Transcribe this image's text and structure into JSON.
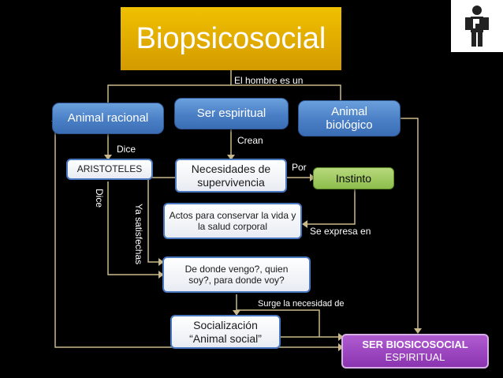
{
  "title": "Biopsicosocial",
  "nodes": {
    "animal_racional": "Animal racional",
    "ser_espiritual": "Ser espiritual",
    "animal_biologico": "Animal biológico",
    "aristoteles": "ARISTOTELES",
    "necesidades": "Necesidades de supervivencia",
    "instinto": "Instinto",
    "actos": "Actos para conservar la vida y la salud corporal",
    "preguntas": "De donde vengo?, quien soy?, para donde voy?",
    "socializacion_1": "Socialización",
    "socializacion_2": "“Animal social”",
    "ser_bio_1": "SER BIOSICOSOCIAL",
    "ser_bio_2": "ESPIRITUAL"
  },
  "labels": {
    "hombre": "El hombre es un",
    "dice_h": "Dice",
    "dice_v": "Dice",
    "crean": "Crean",
    "por": "Por",
    "ya_satisfechas": "Ya satisfechas",
    "expresa": "Se expresa en",
    "surge": "Surge la necesidad de"
  },
  "colors": {
    "title_bg": "#e0aa00",
    "blue": "#4a7fc6",
    "green": "#8dbd4c",
    "purple": "#9a44c0",
    "lines": "#c9b98a"
  }
}
